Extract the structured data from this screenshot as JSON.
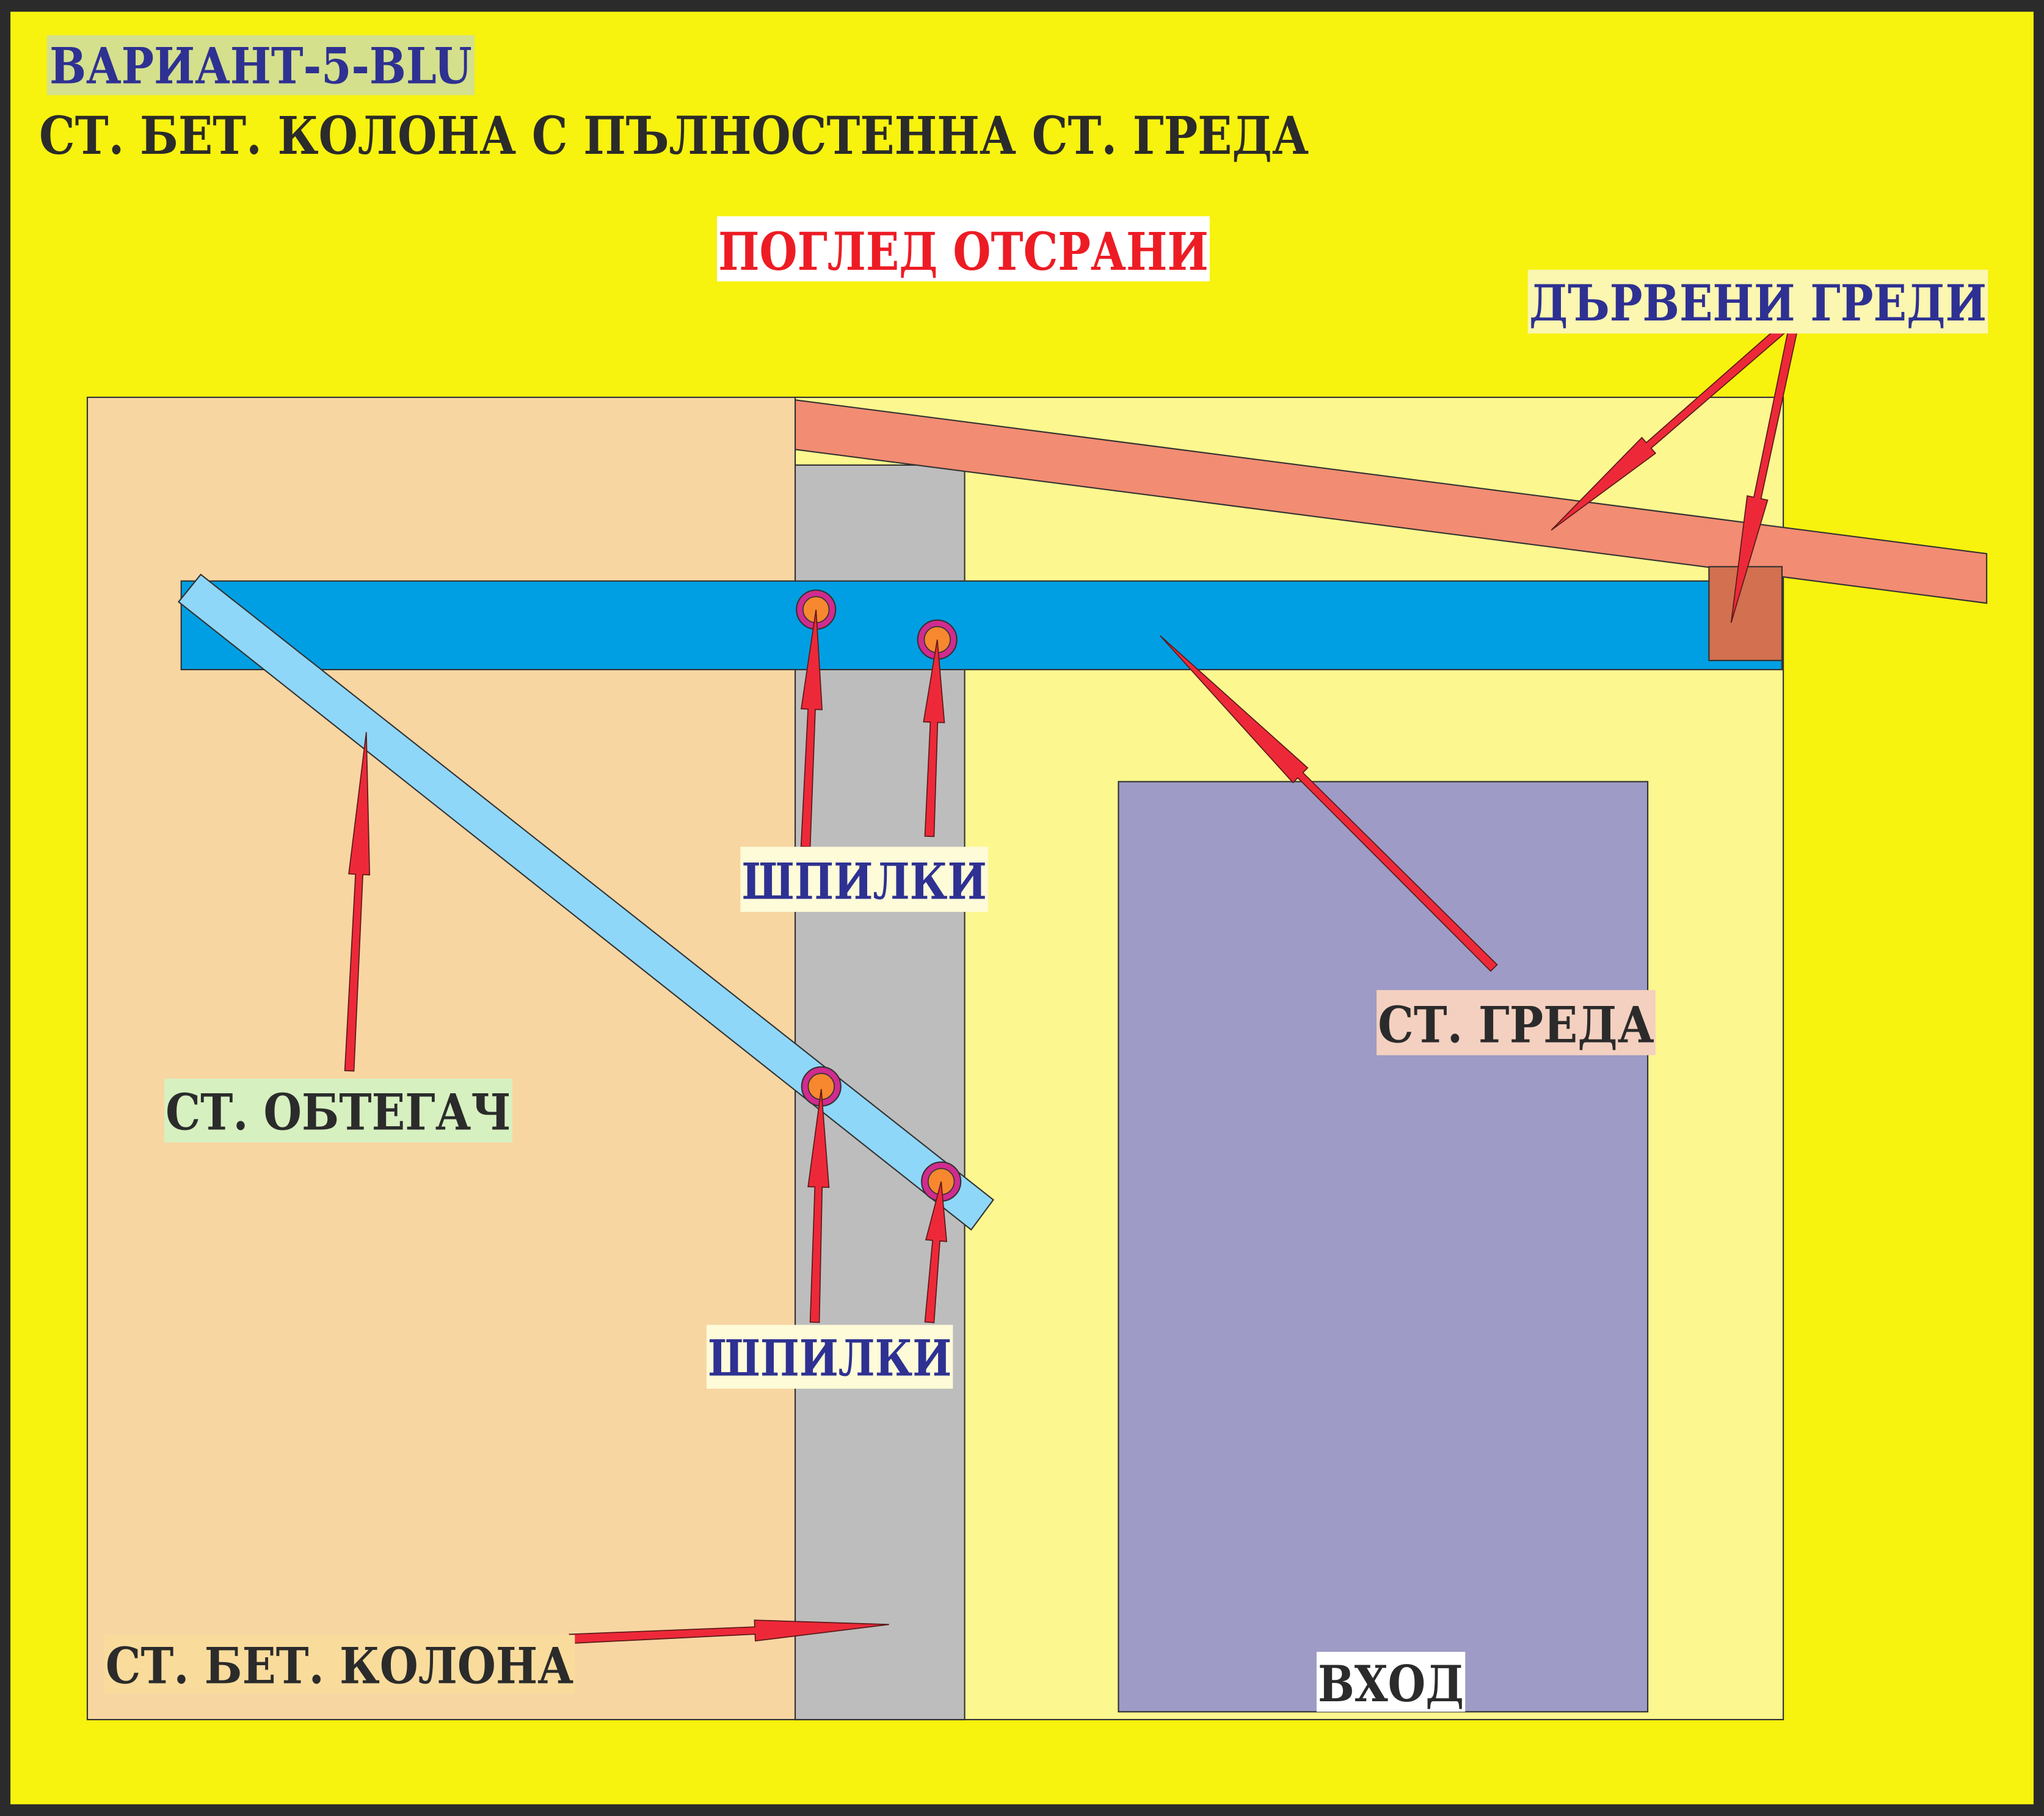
{
  "title": {
    "variant": "ВАРИАНТ-5-BLU",
    "main": "СТ. БЕТ. КОЛОНА С ПЪЛНОСТЕННА СТ. ГРЕДА",
    "view": "ПОГЛЕД ОТСРАНИ"
  },
  "labels": {
    "wooden_beams": "ДЪРВЕНИ ГРЕДИ",
    "studs_upper": "ШПИЛКИ",
    "studs_lower": "ШПИЛКИ",
    "steel_beam": "СТ. ГРЕДА",
    "steel_brace": "СТ. ОБТЕГАЧ",
    "column": "СТ. БЕТ. КОЛОНА",
    "entrance": "ВХОД"
  },
  "colors": {
    "background": "#f7f20e",
    "frame": "#2b2b2b",
    "left_wall": "#f8d6a2",
    "right_wall": "#fdf78f",
    "column": "#bdbdbd",
    "wood_beam": "#f28c72",
    "wood_block": "#d2704f",
    "steel_beam": "#009fe3",
    "brace": "#8fd7f9",
    "door": "#9e9bc6",
    "bolt_ring": "#d12b8f",
    "bolt_core": "#f7882f",
    "arrow": "#ed2939",
    "blue_text": "#2e3192",
    "red_text": "#ed1c24",
    "dark_text": "#2b2b2b"
  }
}
